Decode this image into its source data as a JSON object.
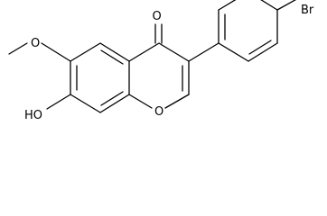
{
  "molecule": {
    "atoms": {
      "carbonyl_oxygen": "O",
      "bromine": "Br",
      "methoxy_oxygen": "O",
      "ring_oxygen": "O",
      "hydroxyl": "HO"
    },
    "colors": {
      "bond": "#000000",
      "label": "#000000",
      "background": "#ffffff"
    }
  }
}
